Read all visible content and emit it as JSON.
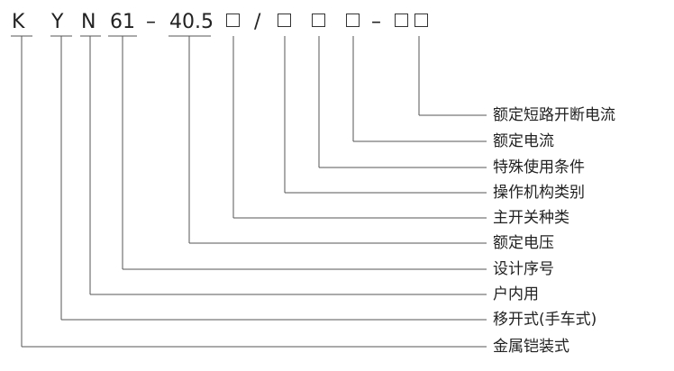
{
  "model_code": {
    "parts": [
      "K",
      "Y",
      "N",
      "61",
      "–",
      "40.5",
      "/",
      "–"
    ],
    "placeholder_count": 6
  },
  "legend": [
    "额定短路开断电流",
    "额定电流",
    "特殊使用条件",
    "操作机构类别",
    "主开关种类",
    "额定电压",
    "设计序号",
    "户内用",
    "移开式(手车式)",
    "金属铠装式"
  ],
  "colors": {
    "text": "#222222",
    "line": "#555555",
    "background": "#ffffff"
  }
}
